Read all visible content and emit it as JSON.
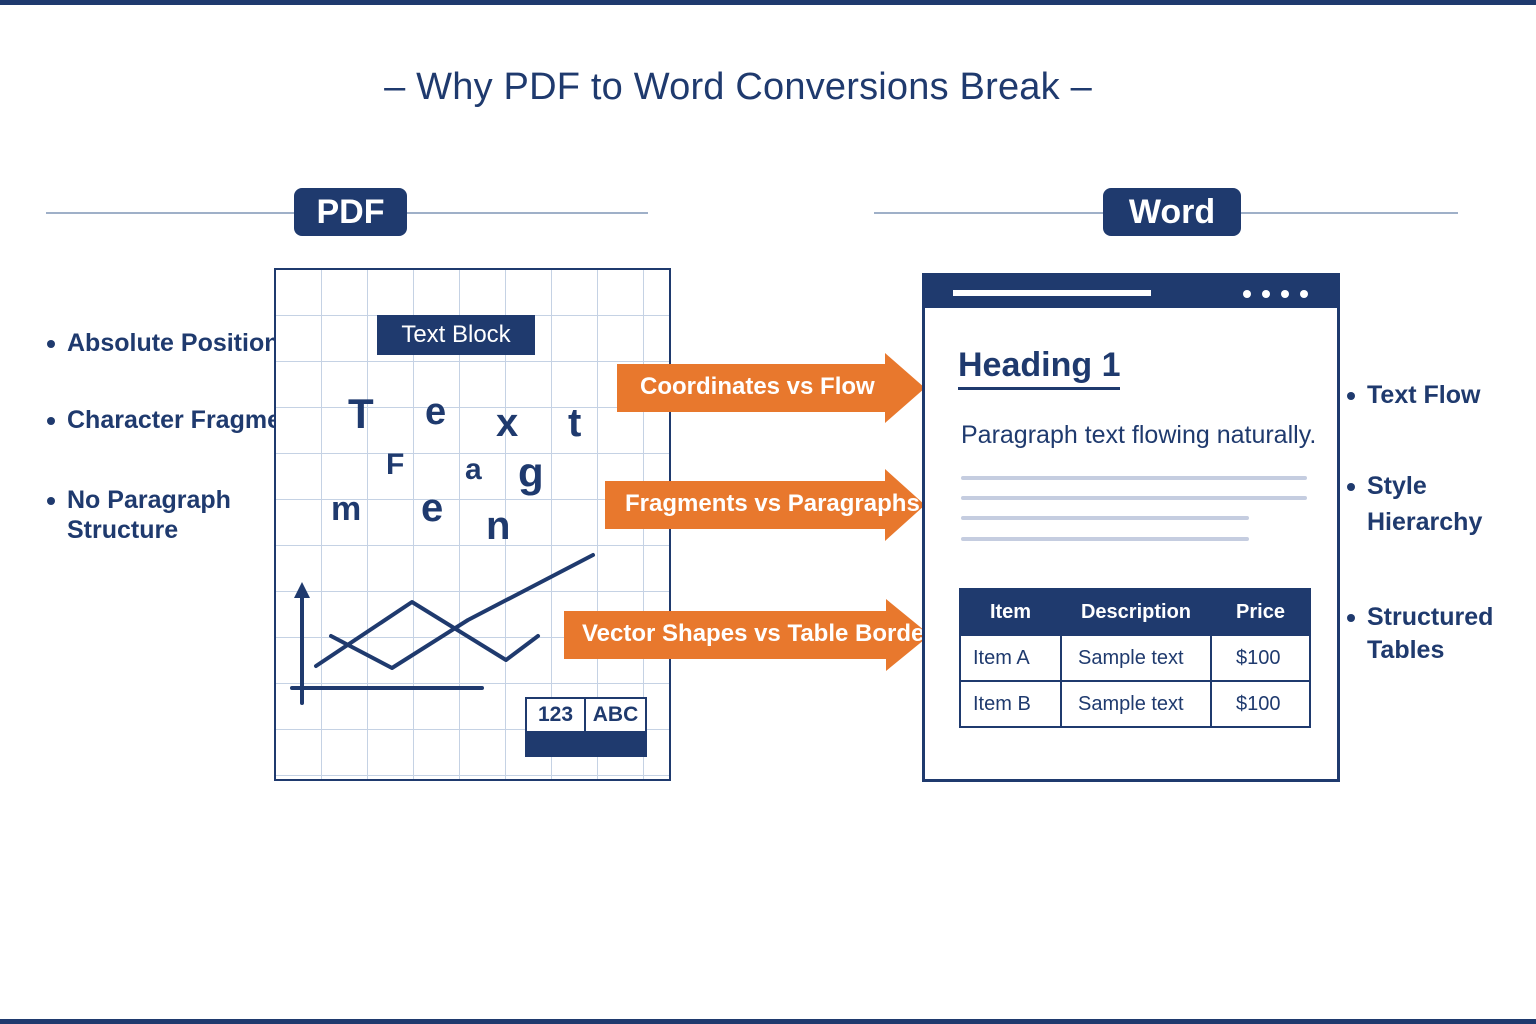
{
  "title": "– Why PDF to Word Conversions Break –",
  "pdf_section": {
    "badge": "PDF",
    "bullets": [
      "Absolute Positioning",
      "Character Fragments",
      "No Paragraph",
      "Structure"
    ],
    "text_block": "Text Block",
    "fragments": [
      "T",
      "e",
      "x",
      "t",
      "F",
      "a",
      "g",
      "m",
      "e",
      "n"
    ],
    "mini_table": [
      "123",
      "ABC"
    ]
  },
  "word_section": {
    "badge": "Word",
    "heading": "Heading 1",
    "paragraph": "Paragraph text flowing naturally.",
    "table": {
      "headers": [
        "Item",
        "Description",
        "Price"
      ],
      "rows": [
        [
          "Item A",
          "Sample text",
          "$100"
        ],
        [
          "Item B",
          "Sample text",
          "$100"
        ]
      ]
    },
    "bullets": [
      "Text Flow",
      "Style",
      "Hierarchy",
      "Structured",
      "Tables"
    ]
  },
  "arrows": [
    "Coordinates vs Flow",
    "Fragments vs Paragraphs",
    "Vector Shapes vs Table Borders"
  ],
  "colors": {
    "navy": "#1f3a6e",
    "orange": "#e8782d",
    "grid": "#c5d2e4"
  }
}
